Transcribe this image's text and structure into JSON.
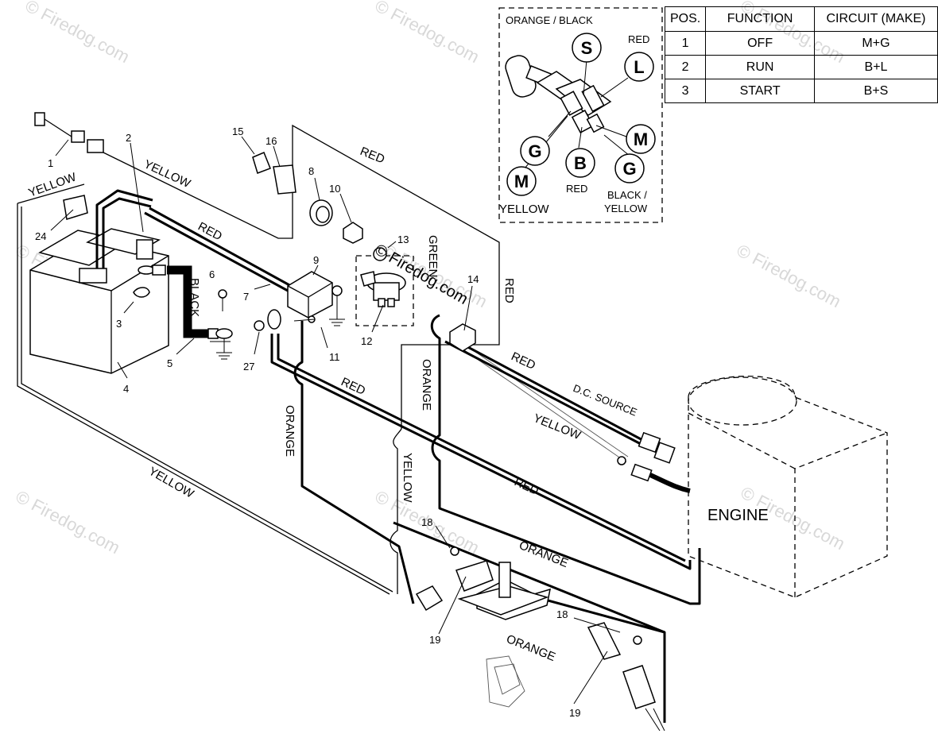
{
  "watermarks": [
    "© Firedog.com",
    "© Firedog.com",
    "© Firedog.com",
    "© Firedog.com",
    "© Firedog.com",
    "© Firedog.com",
    "© Firedog.com",
    "© Firedog.com",
    "© Firedog.com"
  ],
  "center_watermark": "© Firedog.com",
  "switch_inset": {
    "top_label": "ORANGE / BLACK",
    "terminals": {
      "s": "S",
      "l": "L",
      "g1": "G",
      "m1": "M",
      "b": "B",
      "m2": "M",
      "g2": "G"
    },
    "labels": {
      "red_l": "RED",
      "red_b": "RED",
      "yellow": "YELLOW",
      "black_yellow_1": "BLACK /",
      "black_yellow_2": "YELLOW"
    }
  },
  "position_table": {
    "headers": [
      "POS.",
      "FUNCTION",
      "CIRCUIT  (MAKE)"
    ],
    "rows": [
      [
        "1",
        "OFF",
        "M+G"
      ],
      [
        "2",
        "RUN",
        "B+L"
      ],
      [
        "3",
        "START",
        "B+S"
      ]
    ]
  },
  "wire_labels": {
    "yellow_top": "YELLOW",
    "yellow_left": "YELLOW",
    "yellow_bottom": "YELLOW",
    "yellow_mid": "YELLOW",
    "yellow_vertical": "YELLOW",
    "red_top": "RED",
    "red_battery": "RED",
    "red_mid": "RED",
    "red_lower": "RED",
    "red_right_vertical": "RED",
    "red_engine": "RED",
    "green": "GREEN",
    "black": "BLACK",
    "orange_left": "ORANGE",
    "orange_center": "ORANGE",
    "orange_bottom_1": "ORANGE",
    "orange_bottom_2": "ORANGE",
    "dc_source": "D.C. SOURCE",
    "engine": "ENGINE"
  },
  "part_numbers": {
    "p1": "1",
    "p2": "2",
    "p3": "3",
    "p4": "4",
    "p5": "5",
    "p6": "6",
    "p7": "7",
    "p8": "8",
    "p9": "9",
    "p10": "10",
    "p11": "11",
    "p12": "12",
    "p13": "13",
    "p14": "14",
    "p15": "15",
    "p16": "16",
    "p18a": "18",
    "p18b": "18",
    "p19a": "19",
    "p19b": "19",
    "p24": "24",
    "p27": "27"
  }
}
